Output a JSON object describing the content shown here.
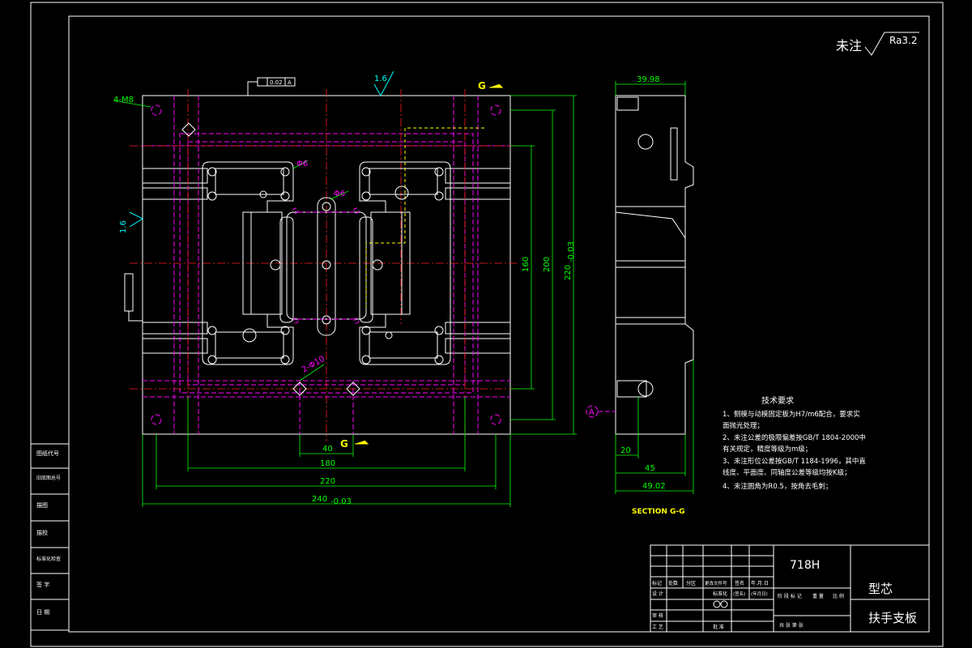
{
  "roughness": {
    "note": "未注",
    "value": "Ra3.2"
  },
  "flatness": "0.02",
  "datum": "A",
  "surface_marks": {
    "top": "1.6",
    "left": "1.6"
  },
  "holes": {
    "threads": "4-M8",
    "dia_small": "Φ6",
    "dia_pin": "Φ6",
    "dia_10": "2-Φ10"
  },
  "section_marks": {
    "top": "G",
    "bottom": "G"
  },
  "front_dims": {
    "d40": "40",
    "d180": "180",
    "d220": "220",
    "d240": "240",
    "d240_sub": "-0.03",
    "d160": "160",
    "d200": "200",
    "d220v": "220",
    "d220v_sub": "-0.03"
  },
  "side_dims": {
    "d39": "39.98",
    "d20": "20",
    "d45": "45",
    "d49": "49.02"
  },
  "section_label": "SECTION G-G",
  "tech": {
    "title": "技术要求",
    "lines": [
      "1、侧模与动模固定板为H7/m6配合，要求实",
      "   面抛光处理；",
      "2、未注公差的极限偏差按GB/T 1804-2000中",
      "   有关规定，精度等级为m级；",
      "3、未注形位公差按GB/T 1184-1996，其中直",
      "   线度、平面度、同轴度公差等级均按K级；",
      "4、未注圆角为R0.5，按角去毛刺；"
    ]
  },
  "left_column": [
    "图纸代号",
    "旧底图总号",
    "签  字",
    "日  期",
    "描图",
    "描校",
    "标准化检查"
  ],
  "title_block": {
    "material": "718H",
    "name1": "型芯",
    "name2": "扶手支板",
    "row_labels": [
      "标记",
      "处数",
      "分区",
      "更改文件号",
      "签名",
      "年.月.日"
    ],
    "design": "设 计",
    "std": "标准化",
    "review": "审 核",
    "process": "工 艺",
    "approve": "批 准",
    "signed": "(签名)",
    "date": "(年月日)",
    "stage": "阶 段 标 记",
    "weight": "重 量",
    "scale": "比 例",
    "sheets": "共  张  第  张"
  }
}
